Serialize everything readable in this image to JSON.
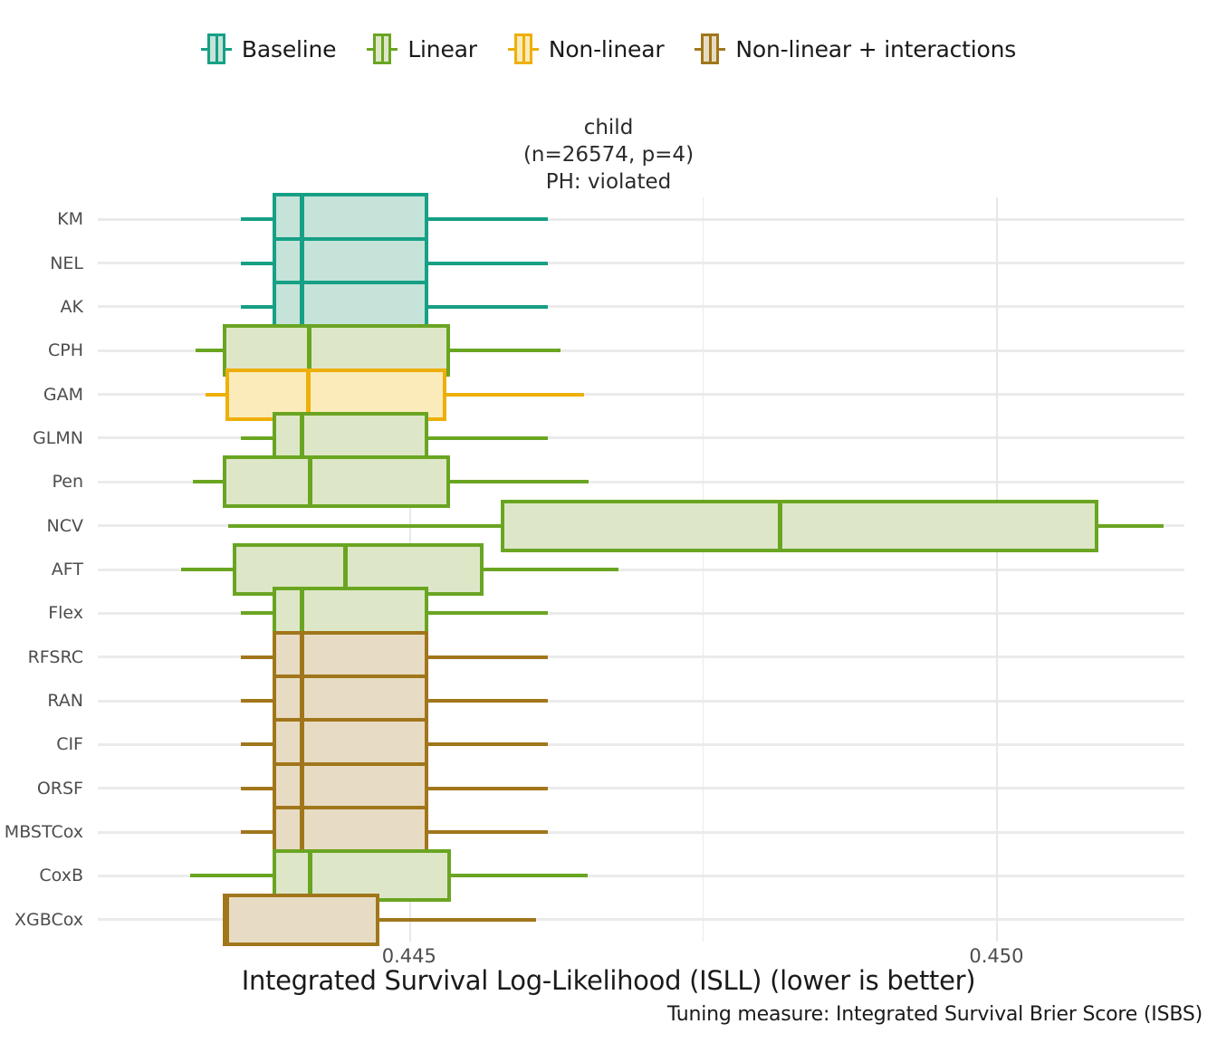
{
  "legend": {
    "items": [
      {
        "label": "Baseline",
        "fill": "#c6e3da",
        "stroke": "#16a085"
      },
      {
        "label": "Linear",
        "fill": "#dde7c7",
        "stroke": "#6aa522"
      },
      {
        "label": "Non-linear",
        "fill": "#fbeaba",
        "stroke": "#eeaf09"
      },
      {
        "label": "Non-linear + interactions",
        "fill": "#e7dcc3",
        "stroke": "#a1761b"
      }
    ]
  },
  "title": {
    "line1": "child",
    "line2": "(n=26574, p=4)",
    "line3": "PH: violated"
  },
  "axis": {
    "x_label": "Integrated Survival Log-Likelihood (ISLL) (lower is better)",
    "x_ticks": [
      "0.445",
      "0.450"
    ],
    "x_tick_values": [
      0.445,
      0.45
    ]
  },
  "caption": "Tuning measure: Integrated Survival Brier Score (ISBS)",
  "chart_data": {
    "type": "boxplot",
    "title": "child\n(n=26574, p=4)\nPH: violated",
    "xlabel": "Integrated Survival Log-Likelihood (ISLL) (lower is better)",
    "ylabel": "",
    "xlim": [
      0.44235,
      0.4516
    ],
    "grid": true,
    "legend_position": "top",
    "orientation": "horizontal",
    "groups": [
      "Baseline",
      "Linear",
      "Non-linear",
      "Non-linear + interactions"
    ],
    "categories": [
      "KM",
      "NEL",
      "AK",
      "CPH",
      "GAM",
      "GLMN",
      "Pen",
      "NCV",
      "AFT",
      "Flex",
      "RFSRC",
      "RAN",
      "CIF",
      "ORSF",
      "MBSTCox",
      "CoxB",
      "XGBCox"
    ],
    "boxes": [
      {
        "label": "KM",
        "group": "Baseline",
        "whisker_low": 0.44357,
        "q1": 0.44384,
        "median": 0.44409,
        "q3": 0.44516,
        "whisker_high": 0.44618
      },
      {
        "label": "NEL",
        "group": "Baseline",
        "whisker_low": 0.44357,
        "q1": 0.44384,
        "median": 0.44409,
        "q3": 0.44516,
        "whisker_high": 0.44618
      },
      {
        "label": "AK",
        "group": "Baseline",
        "whisker_low": 0.44357,
        "q1": 0.44384,
        "median": 0.44409,
        "q3": 0.44516,
        "whisker_high": 0.44618
      },
      {
        "label": "CPH",
        "group": "Linear",
        "whisker_low": 0.44318,
        "q1": 0.44341,
        "median": 0.44415,
        "q3": 0.44535,
        "whisker_high": 0.44629
      },
      {
        "label": "GAM",
        "group": "Non-linear",
        "whisker_low": 0.44327,
        "q1": 0.44344,
        "median": 0.44414,
        "q3": 0.44532,
        "whisker_high": 0.44649
      },
      {
        "label": "GLMN",
        "group": "Linear",
        "whisker_low": 0.44357,
        "q1": 0.44384,
        "median": 0.44409,
        "q3": 0.44516,
        "whisker_high": 0.44618
      },
      {
        "label": "Pen",
        "group": "Linear",
        "whisker_low": 0.44316,
        "q1": 0.44341,
        "median": 0.44416,
        "q3": 0.44535,
        "whisker_high": 0.44653
      },
      {
        "label": "NCV",
        "group": "Linear",
        "whisker_low": 0.44346,
        "q1": 0.44578,
        "median": 0.44816,
        "q3": 0.45087,
        "whisker_high": 0.45142
      },
      {
        "label": "AFT",
        "group": "Linear",
        "whisker_low": 0.44306,
        "q1": 0.4435,
        "median": 0.44446,
        "q3": 0.44563,
        "whisker_high": 0.44678
      },
      {
        "label": "Flex",
        "group": "Linear",
        "whisker_low": 0.44357,
        "q1": 0.44384,
        "median": 0.44409,
        "q3": 0.44516,
        "whisker_high": 0.44618
      },
      {
        "label": "RFSRC",
        "group": "Non-linear + interactions",
        "whisker_low": 0.44357,
        "q1": 0.44384,
        "median": 0.44409,
        "q3": 0.44516,
        "whisker_high": 0.44618
      },
      {
        "label": "RAN",
        "group": "Non-linear + interactions",
        "whisker_low": 0.44357,
        "q1": 0.44384,
        "median": 0.44409,
        "q3": 0.44516,
        "whisker_high": 0.44618
      },
      {
        "label": "CIF",
        "group": "Non-linear + interactions",
        "whisker_low": 0.44357,
        "q1": 0.44384,
        "median": 0.44409,
        "q3": 0.44516,
        "whisker_high": 0.44618
      },
      {
        "label": "ORSF",
        "group": "Non-linear + interactions",
        "whisker_low": 0.44357,
        "q1": 0.44384,
        "median": 0.44409,
        "q3": 0.44516,
        "whisker_high": 0.44618
      },
      {
        "label": "MBSTCox",
        "group": "Non-linear + interactions",
        "whisker_low": 0.44357,
        "q1": 0.44384,
        "median": 0.44409,
        "q3": 0.44516,
        "whisker_high": 0.44618
      },
      {
        "label": "CoxB",
        "group": "Linear",
        "whisker_low": 0.44314,
        "q1": 0.44384,
        "median": 0.44416,
        "q3": 0.44536,
        "whisker_high": 0.44652
      },
      {
        "label": "XGBCox",
        "group": "Non-linear + interactions",
        "whisker_low": 0.44341,
        "q1": 0.44341,
        "median": 0.44345,
        "q3": 0.44475,
        "whisker_high": 0.44608
      }
    ]
  }
}
